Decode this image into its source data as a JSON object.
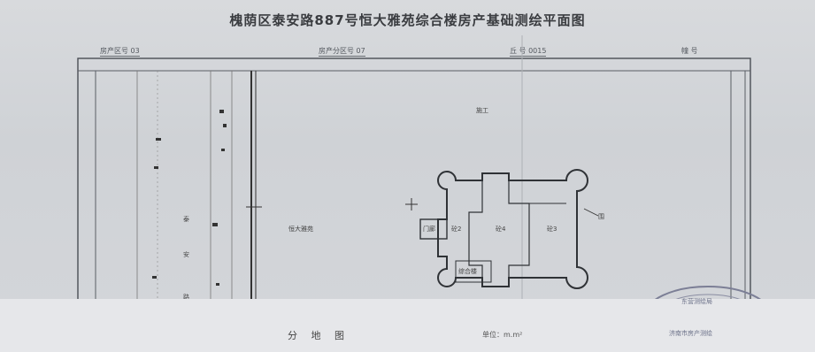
{
  "document": {
    "title": "槐荫区泰安路887号恒大雅苑综合楼房产基础测绘平面图",
    "header": {
      "district": "房产区号 03",
      "subdistrict": "房产分区号 07",
      "block": "丘 号 0015",
      "building": "幢 号"
    },
    "labels": {
      "construction": "施工",
      "community": "恒大雅苑",
      "road": [
        "泰",
        "安",
        "路"
      ],
      "door": "门廊",
      "unit_left": "砼2",
      "unit_center": "砼4",
      "unit_right": "砼3",
      "wall": "围",
      "annex": "综合楼"
    },
    "footer": {
      "map_name": "分 地 图",
      "unit": "单位：m.m²"
    },
    "stamp": {
      "top": "东营测绘局",
      "lines": [
        "济南市房产测绘"
      ]
    }
  }
}
